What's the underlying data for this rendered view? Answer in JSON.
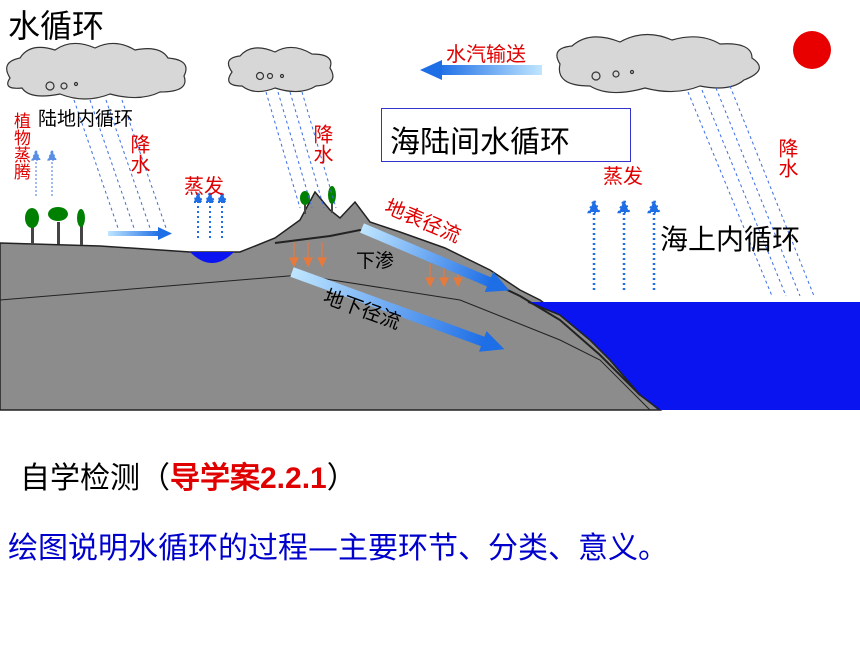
{
  "title": "水循环",
  "labels": {
    "vapor_transport": "水汽输送",
    "land_inner_cycle": "陆地内循环",
    "plant_transpiration": "植物蒸腾",
    "precip_left": "降水",
    "precip_mid": "降水",
    "precip_right": "降水",
    "evap_left": "蒸发",
    "evap_right": "蒸发",
    "sea_land_cycle": "海陆间水循环",
    "surface_runoff": "地表径流",
    "infiltration": "下渗",
    "groundwater_runoff": "地下径流",
    "sea_inner_cycle": "海上内循环"
  },
  "footer": {
    "prefix": "自学检测（",
    "ref": "导学案2.2.1",
    "suffix": "）",
    "task": "绘图说明水循环的过程—主要环节、分类、意义。"
  },
  "colors": {
    "rock": "#8c8c8c",
    "soil": "#7f7a4a",
    "sea": "#0a14f0",
    "sun": "#e80000",
    "cloud": "#d7d7d7",
    "arrow_blue": "#1e6ee6",
    "arrow_orange": "#e57a3c",
    "label_red": "#e00000",
    "task_blue": "#0000cc"
  }
}
